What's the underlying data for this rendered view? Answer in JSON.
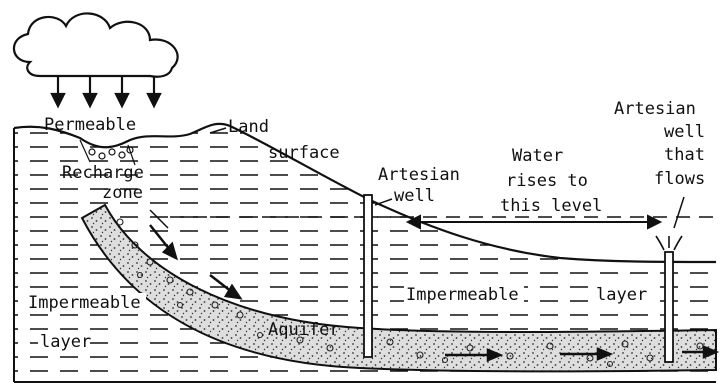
{
  "labels": {
    "permeable": "Permeable",
    "land": "Land",
    "surface": "surface",
    "recharge": "Recharge",
    "zone": "zone",
    "artesian_well_1": "Artesian",
    "artesian_well_2": "well",
    "water_1": "Water",
    "water_2": "rises to",
    "water_3": "this level",
    "flowing_1": "Artesian",
    "flowing_2": "well",
    "flowing_3": "that",
    "flowing_4": "flows",
    "impermeable_left_1": "Impermeable",
    "impermeable_left_2": "layer",
    "impermeable_right_a": "Impermeable",
    "impermeable_right_b": "layer",
    "aquifer": "Aquifer"
  },
  "colors": {
    "ink": "#111111",
    "aquifer_fill": "#d9d9d9",
    "background": "#ffffff"
  },
  "icons": {
    "cloud": "cloud-icon",
    "rain": "rain-arrow-icon",
    "flow": "flow-arrow-icon",
    "fountain": "fountain-icon"
  }
}
